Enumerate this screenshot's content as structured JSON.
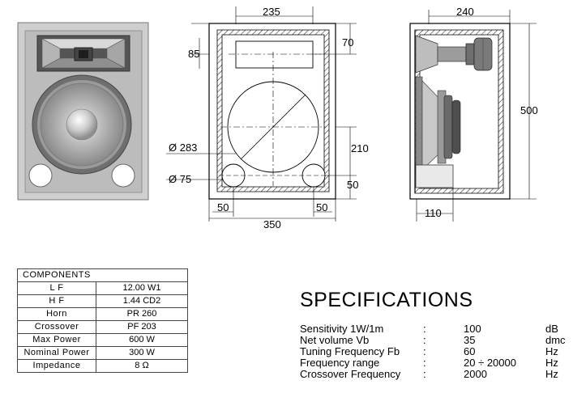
{
  "dimensions": {
    "front_width": "235",
    "horn_top": "85",
    "horn_height": "70",
    "woofer_diameter": "Ø 283",
    "port_diameter": "Ø 75",
    "port_height": "210",
    "port_bottom": "50",
    "port_left_offset": "50",
    "port_right_offset": "50",
    "overall_width": "350",
    "side_depth": "240",
    "side_height": "500",
    "side_bottom": "110"
  },
  "components": {
    "title": "COMPONENTS",
    "rows": [
      {
        "label": "L F",
        "value": "12.00 W1"
      },
      {
        "label": "H F",
        "value": "1.44 CD2"
      },
      {
        "label": "Horn",
        "value": "PR 260"
      },
      {
        "label": "Crossover",
        "value": "PF 203"
      },
      {
        "label": "Max Power",
        "value": "600 W"
      },
      {
        "label": "Nominal Power",
        "value": "300 W"
      },
      {
        "label": "Impedance",
        "value": "8  Ω"
      }
    ]
  },
  "specifications": {
    "title": "SPECIFICATIONS",
    "rows": [
      {
        "label": "Sensitivity 1W/1m",
        "colon": ":",
        "value": "100",
        "unit": "dB"
      },
      {
        "label": "Net volume Vb",
        "colon": ":",
        "value": "35",
        "unit": "dmc"
      },
      {
        "label": "Tuning Frequency Fb",
        "colon": ":",
        "value": "60",
        "unit": "Hz"
      },
      {
        "label": "Frequency range",
        "colon": ":",
        "value": "20 ÷ 20000",
        "unit": "Hz"
      },
      {
        "label": "Crossover Frequency",
        "colon": ":",
        "value": "2000",
        "unit": "Hz"
      }
    ]
  }
}
